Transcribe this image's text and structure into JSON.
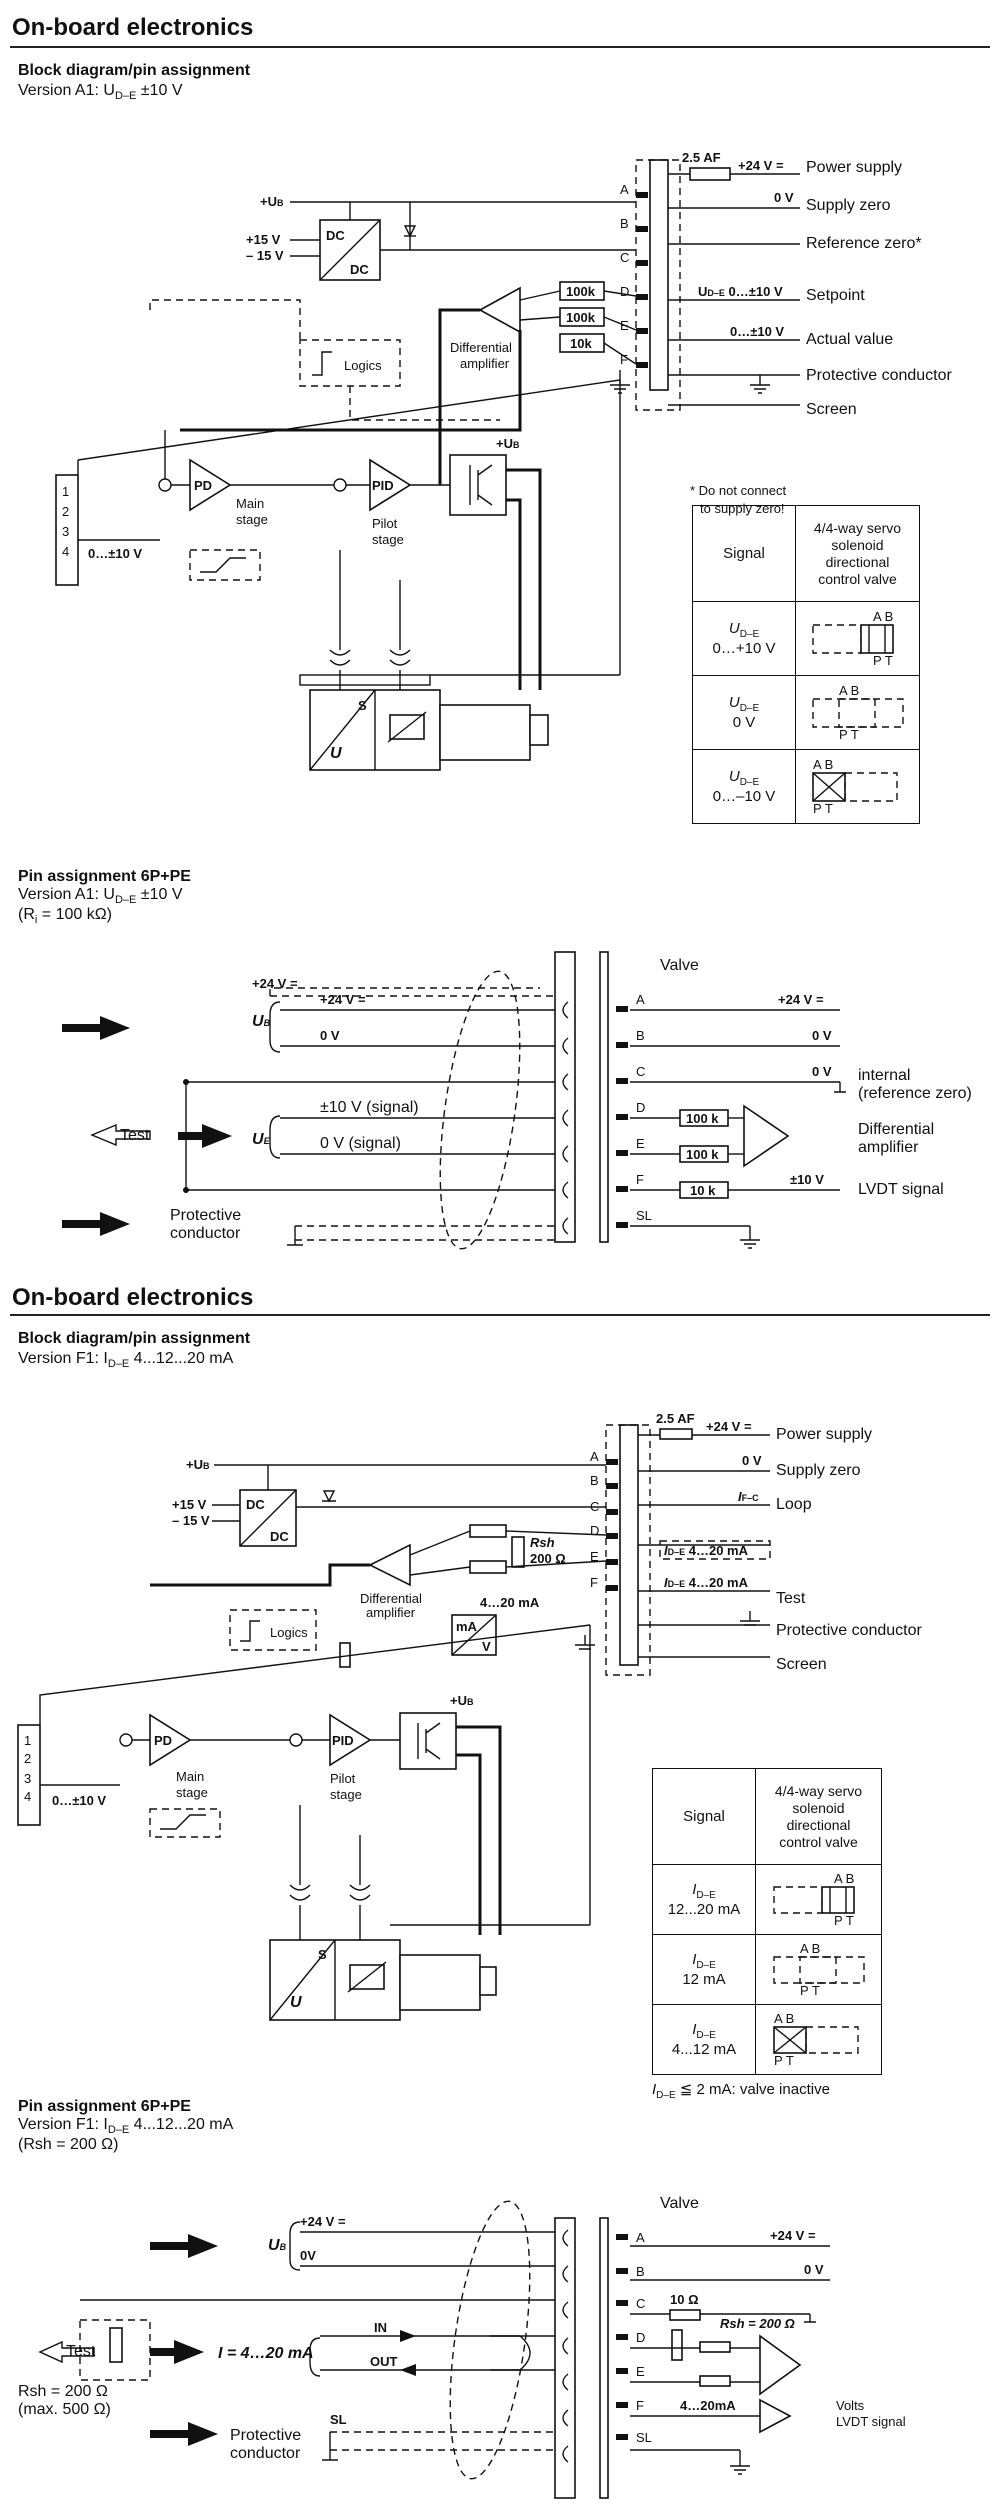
{
  "section1": {
    "title": "On-board electronics",
    "subtitle": "Block diagram/pin assignment",
    "version": "Version A1: U",
    "version_sub": "D–E",
    "version_rest": " ±10 V",
    "fuse": "2.5 AF",
    "pins": [
      "A",
      "B",
      "C",
      "D",
      "E",
      "F"
    ],
    "right_labels": {
      "v24": "+24 V =",
      "power": "Power supply",
      "v0": "0 V",
      "supply_zero": "Supply zero",
      "ref_zero": "Reference zero*",
      "setpoint_v": "U",
      "setpoint_sub": "D–E",
      "setpoint_range": " 0…±10 V",
      "setpoint": "Setpoint",
      "actual_v": "0…±10 V",
      "actual": "Actual value",
      "protective": "Protective conductor",
      "screen": "Screen"
    },
    "blocks": {
      "ub": "+U",
      "ub_sub": "B",
      "v15p": "+15 V",
      "v15m": "– 15 V",
      "dc": "DC",
      "diff_amp": [
        "Differential",
        "amplifier"
      ],
      "logics": "Logics",
      "r1": "100k",
      "r2": "100k",
      "r3": "10k",
      "pd": "PD",
      "main_stage": [
        "Main",
        "stage"
      ],
      "pid": "PID",
      "pilot_stage": [
        "Pilot",
        "stage"
      ],
      "range": "0…±10 V",
      "u": "U",
      "s": "S",
      "pin_nums": [
        "1",
        "2",
        "3",
        "4"
      ]
    },
    "note": [
      "* Do not connect",
      "to supply zero!"
    ],
    "table": {
      "col1": "Signal",
      "col2": [
        "4/4-way servo",
        "solenoid",
        "directional",
        "control valve"
      ],
      "rows": [
        {
          "sig": "U",
          "sub": "D–E",
          "val": "0…+10 V"
        },
        {
          "sig": "U",
          "sub": "D–E",
          "val": "0 V"
        },
        {
          "sig": "U",
          "sub": "D–E",
          "val": "0…–10 V"
        }
      ],
      "ab": "A B",
      "pt": "P T"
    }
  },
  "section2": {
    "title": "Pin assignment 6P+PE",
    "version": "Version A1: U",
    "version_sub": "D–E",
    "version_rest": " ±10 V",
    "ri": "(R",
    "ri_sub": "i",
    "ri_rest": " = 100 kΩ)",
    "valve": "Valve",
    "pins": [
      "A",
      "B",
      "C",
      "D",
      "E",
      "F",
      "SL"
    ],
    "left": {
      "v24": "+24 V =",
      "v0": "0 V",
      "ub": "U",
      "ub_sub": "B",
      "ue": "U",
      "ue_sub": "E",
      "sig10": "±10 V (signal)",
      "sig0": "0 V (signal)",
      "test": "Test",
      "protective": [
        "Protective",
        "conductor"
      ]
    },
    "right": {
      "v24": "+24 V =",
      "v0a": "0 V",
      "v0b": "0 V",
      "internal": [
        "internal",
        "(reference zero)"
      ],
      "r1": "100 k",
      "r2": "100 k",
      "r3": "10 k",
      "diff": [
        "Differential",
        "amplifier"
      ],
      "v10": "±10 V",
      "lvdt": "LVDT signal"
    }
  },
  "section3": {
    "title": "On-board electronics",
    "subtitle": "Block diagram/pin assignment",
    "version": "Version F1: I",
    "version_sub": "D–E",
    "version_rest": " 4...12...20 mA",
    "fuse": "2.5 AF",
    "pins": [
      "A",
      "B",
      "C",
      "D",
      "E",
      "F"
    ],
    "right_labels": {
      "v24": "+24 V =",
      "power": "Power supply",
      "v0": "0 V",
      "supply_zero": "Supply zero",
      "ifc": "I",
      "ifc_sub": "F–C",
      "loop": "Loop",
      "ide1": "I",
      "ide1_sub": "D–E",
      "ide1_rest": " 4…20 mA",
      "ide2": "I",
      "ide2_sub": "D–E",
      "ide2_rest": " 4…20 mA",
      "test": "Test",
      "protective": "Protective conductor",
      "screen": "Screen"
    },
    "blocks": {
      "ub": "+U",
      "ub_sub": "B",
      "v15p": "+15 V",
      "v15m": "– 15 V",
      "dc": "DC",
      "diff_amp": [
        "Differential",
        "amplifier"
      ],
      "logics": "Logics",
      "rsh": "Rsh",
      "rsh_val": "200 Ω",
      "ma_range": "4…20 mA",
      "ma": "mA",
      "v": "V",
      "pd": "PD",
      "main_stage": [
        "Main",
        "stage"
      ],
      "pid": "PID",
      "pilot_stage": [
        "Pilot",
        "stage"
      ],
      "range": "0…±10 V",
      "u": "U",
      "s": "S",
      "pin_nums": [
        "1",
        "2",
        "3",
        "4"
      ]
    },
    "table": {
      "col1": "Signal",
      "col2": [
        "4/4-way servo",
        "solenoid",
        "directional",
        "control valve"
      ],
      "rows": [
        {
          "sig": "I",
          "sub": "D–E",
          "val": "12...20 mA"
        },
        {
          "sig": "I",
          "sub": "D–E",
          "val": "12 mA"
        },
        {
          "sig": "I",
          "sub": "D–E",
          "val": "4...12 mA"
        }
      ],
      "ab": "A B",
      "pt": "P T"
    },
    "note_i": "I",
    "note_sub": "D–E",
    "note_rest": " ≦ 2 mA: valve inactive"
  },
  "section4": {
    "title": "Pin assignment 6P+PE",
    "version": "Version F1: I",
    "version_sub": "D–E",
    "version_rest": " 4...12...20 mA",
    "rsh": "(Rsh = 200 Ω)",
    "valve": "Valve",
    "pins": [
      "A",
      "B",
      "C",
      "D",
      "E",
      "F",
      "SL"
    ],
    "left": {
      "v24": "+24 V =",
      "v0": "0V",
      "ub": "U",
      "ub_sub": "B",
      "i": "I = 4…20 mA",
      "in": "IN",
      "out": "OUT",
      "test": "Test",
      "rsh": "Rsh = 200 Ω",
      "max": "(max. 500 Ω)",
      "protective": [
        "Protective",
        "conductor"
      ],
      "sl": "SL"
    },
    "right": {
      "v24": "+24 V =",
      "v0": "0 V",
      "r10": "10 Ω",
      "rsh": "Rsh = 200 Ω",
      "ma": "4…20mA",
      "volts": "Volts",
      "lvdt": "LVDT signal"
    }
  }
}
